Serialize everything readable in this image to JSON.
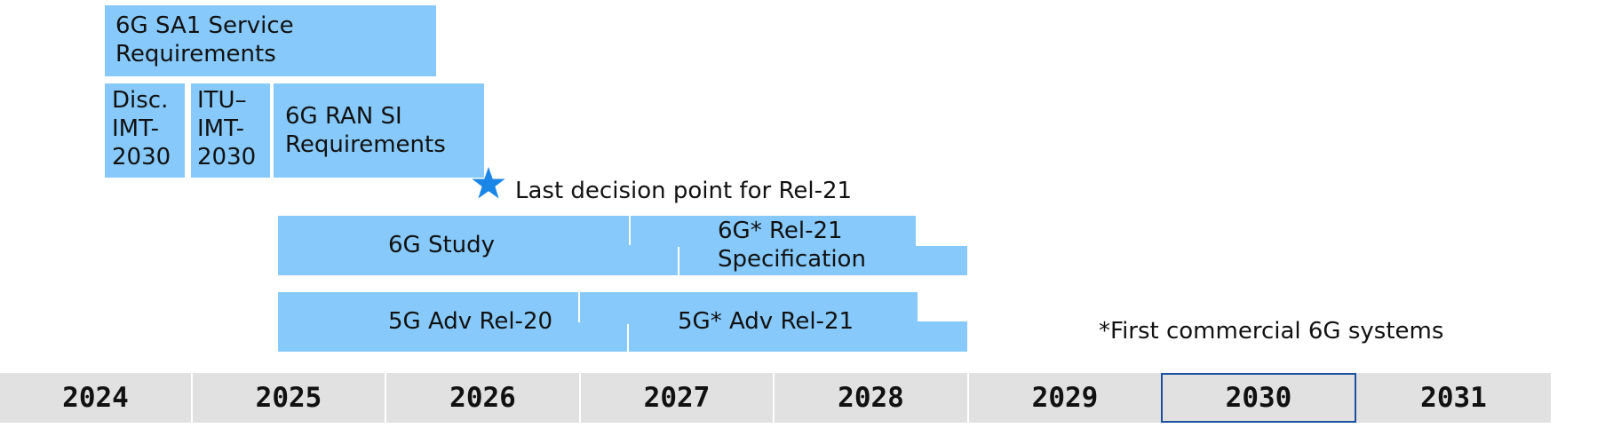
{
  "blocks": {
    "sa1": [
      "6G SA1 Service",
      "Requirements"
    ],
    "disc": [
      "Disc.",
      "IMT-",
      "2030"
    ],
    "itu": [
      "ITU–",
      "IMT-",
      "2030"
    ],
    "ran_si": [
      "6G RAN SI",
      "Requirements"
    ],
    "study": "6G Study",
    "rel21_spec": [
      "6G* Rel-21",
      "Specification"
    ],
    "adv_rel20": "5G Adv Rel-20",
    "adv_rel21": "5G* Adv Rel-21"
  },
  "milestone": {
    "label": "Last decision point for Rel-21",
    "icon": "star-icon"
  },
  "footnote": "*First commercial 6G systems",
  "years": [
    "2024",
    "2025",
    "2026",
    "2027",
    "2028",
    "2029",
    "2030",
    "2031"
  ],
  "highlighted_year": "2030",
  "colors": {
    "block": "#86c9fa",
    "star": "#1a86e8",
    "year_bar": "#e1e1e1",
    "highlight_border": "#1b4fa0"
  }
}
